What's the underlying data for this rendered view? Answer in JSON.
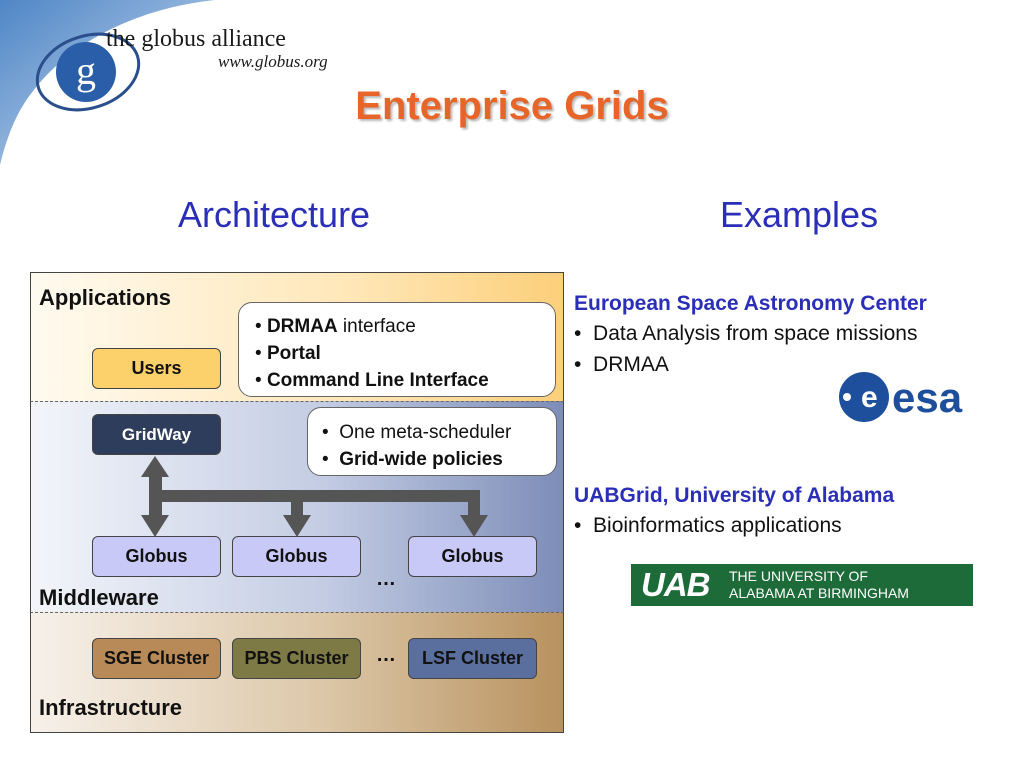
{
  "logo": {
    "name": "the globus alliance",
    "url": "www.globus.org",
    "glyph": "g"
  },
  "title": "Enterprise Grids",
  "left_heading": "Architecture",
  "right_heading": "Examples",
  "architecture": {
    "applications_label": "Applications",
    "middleware_label": "Middleware",
    "infrastructure_label": "Infrastructure",
    "users_box": "Users",
    "gridway_box": "GridWay",
    "globus_boxes": [
      "Globus",
      "Globus",
      "Globus"
    ],
    "cluster_boxes": [
      "SGE Cluster",
      "PBS Cluster",
      "LSF Cluster"
    ],
    "ellipsis": "…",
    "app_callout": {
      "item1_bold": "DRMAA",
      "item1_rest": " interface",
      "item2": "Portal",
      "item3": "Command Line Interface"
    },
    "mw_callout": {
      "item1": "One meta-scheduler",
      "item2": "Grid-wide policies"
    }
  },
  "examples": [
    {
      "heading": "European Space Astronomy Center",
      "items": [
        "Data Analysis from space missions",
        "DRMAA"
      ],
      "logo_text": "esa"
    },
    {
      "heading": "UABGrid, University of Alabama",
      "items": [
        "Bioinformatics applications"
      ],
      "logo_mark": "UAB",
      "logo_line1": "THE UNIVERSITY OF",
      "logo_line2": "ALABAMA AT BIRMINGHAM"
    }
  ],
  "colors": {
    "title": "#e8652a",
    "heading_blue": "#2b2fb8",
    "users_box": "#fcd06a",
    "gridway_box": "#2f3d5c",
    "globus_box": "#c9c9f7",
    "sge_box": "#b78a57",
    "pbs_box": "#7e7a45",
    "lsf_box": "#5b6f9e",
    "uab_green": "#1e6b3a",
    "esa_blue": "#1e4f9c"
  }
}
